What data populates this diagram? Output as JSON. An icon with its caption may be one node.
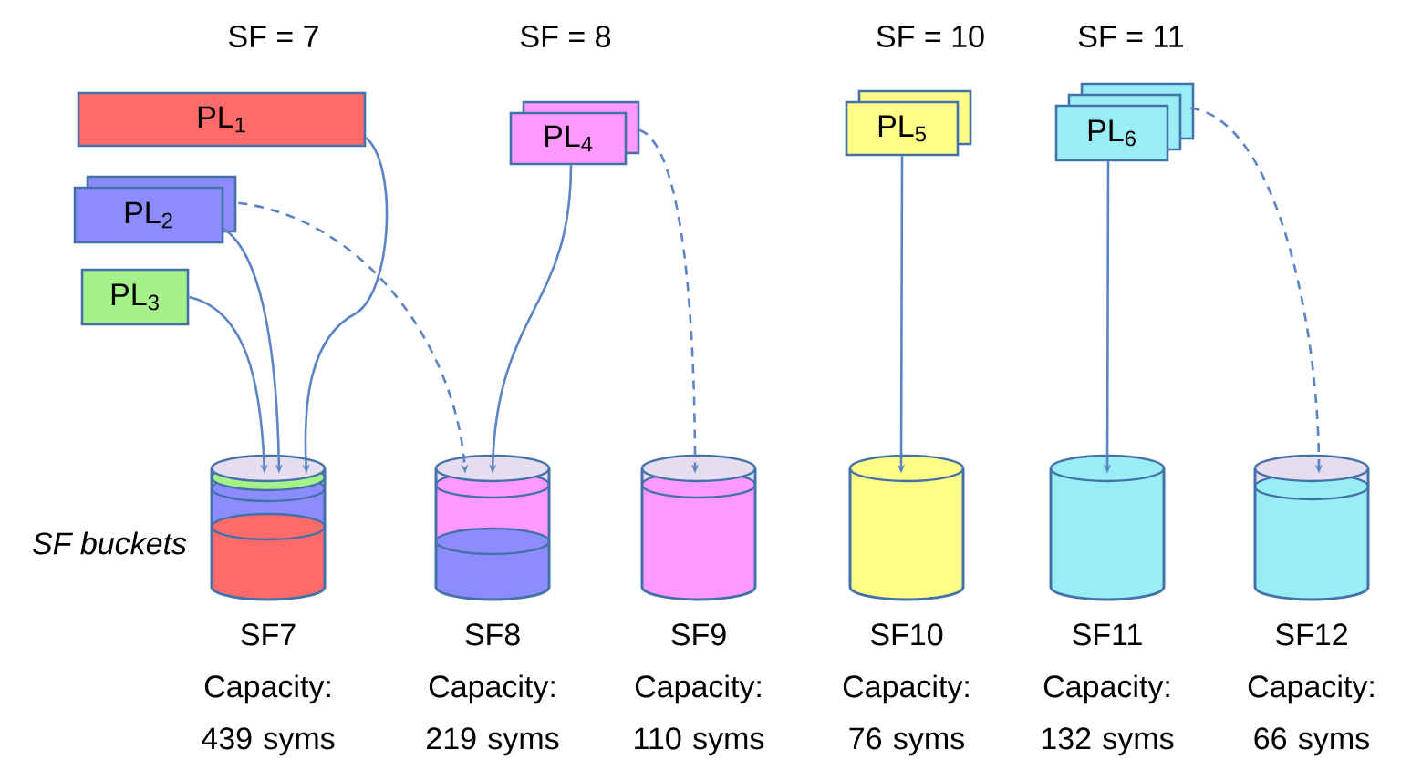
{
  "diagram": {
    "nodes": [
      {
        "text": [
          "PL$_{1}$"
        ]
      },
      {
        "text": [
          "PL$_{2}$"
        ]
      },
      {
        "text": [
          "PL$_{3}$"
        ]
      },
      {
        "text": [
          "PL$_{4}$"
        ]
      },
      {
        "text": [
          "PL$_{5}$"
        ]
      },
      {
        "text": [
          "PL$_{6}$"
        ]
      },
      {
        "text": [],
        "shape": "cylinder",
        "beside": [
          "SF7 Capacity: 439 syms"
        ]
      },
      {
        "text": [],
        "shape": "cylinder",
        "beside": [
          "SF8 Capacity: 219 syms"
        ]
      },
      {
        "text": [],
        "shape": "cylinder",
        "beside": [
          "SF9 Capacity: 110 syms"
        ]
      },
      {
        "text": [],
        "shape": "cylinder",
        "beside": [
          "SF10 Capacity: 76 syms"
        ]
      },
      {
        "text": [],
        "shape": "cylinder",
        "beside": [
          "SF11 Capacity: 132 syms"
        ]
      },
      {
        "text": [],
        "shape": "cylinder",
        "beside": [
          "SF12 Capacity: 66 syms"
        ]
      }
    ],
    "edges": [
      {
        "from": 0,
        "to": 6,
        "arrow": "to"
      },
      {
        "from": 1,
        "to": 6,
        "arrow": "to"
      },
      {
        "from": 2,
        "to": 6,
        "arrow": "to"
      },
      {
        "from": 1,
        "to": 7,
        "arrow": "to",
        "style": "dashed"
      },
      {
        "from": 3,
        "to": 7,
        "arrow": "to"
      },
      {
        "from": 3,
        "to": 8,
        "arrow": "to",
        "style": "dashed"
      },
      {
        "from": 4,
        "to": 9,
        "arrow": "to"
      },
      {
        "from": 5,
        "to": 10,
        "arrow": "to"
      },
      {
        "from": 5,
        "to": 11,
        "arrow": "to",
        "style": "dashed"
      }
    ],
    "labels": [
      "SF = 7",
      "SF = 8",
      "SF = 10",
      "SF = 11",
      "SF buckets"
    ]
  }
}
